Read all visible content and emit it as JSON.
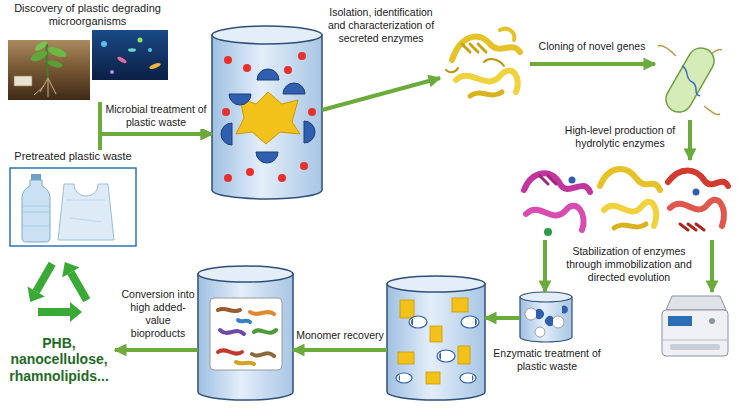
{
  "diagram": {
    "nodes": [
      {
        "text": [
          "Discovery of plastic degrading microorganisms"
        ]
      },
      {
        "text": [
          "Pretreated plastic waste"
        ]
      },
      {
        "text": []
      },
      {
        "text": []
      },
      {
        "text": []
      },
      {
        "text": []
      },
      {
        "text": []
      },
      {
        "text": []
      },
      {
        "text": []
      },
      {
        "text": []
      },
      {
        "text": [
          "PHB, nanocellulose, rhamnolipids..."
        ]
      }
    ],
    "edges": [
      {
        "from": 0,
        "to": 2,
        "arrow": "to",
        "label": "Microbial treatment of plastic waste"
      },
      {
        "from": 1,
        "to": 2,
        "arrow": "to"
      },
      {
        "from": 2,
        "to": 3,
        "arrow": "to",
        "label": "Isolation, identification and characterization of secreted enzymes"
      },
      {
        "from": 3,
        "to": 4,
        "arrow": "to",
        "label": "Cloning of novel genes"
      },
      {
        "from": 4,
        "to": 5,
        "arrow": "to",
        "label": "High-level production of hydrolytic enzymes"
      },
      {
        "from": 5,
        "to": 6,
        "arrow": "to",
        "label": "Stabilization of enzymes through immobilization and directed evolution"
      },
      {
        "from": 5,
        "to": 7,
        "arrow": "to"
      },
      {
        "from": 6,
        "to": 8,
        "arrow": "to",
        "label": "Enzymatic treatment of plastic waste"
      },
      {
        "from": 8,
        "to": 9,
        "arrow": "to",
        "label": "Monomer recovery"
      },
      {
        "from": 9,
        "to": 10,
        "arrow": "to",
        "label": "Conversion into high added-value bioproducts"
      }
    ]
  }
}
